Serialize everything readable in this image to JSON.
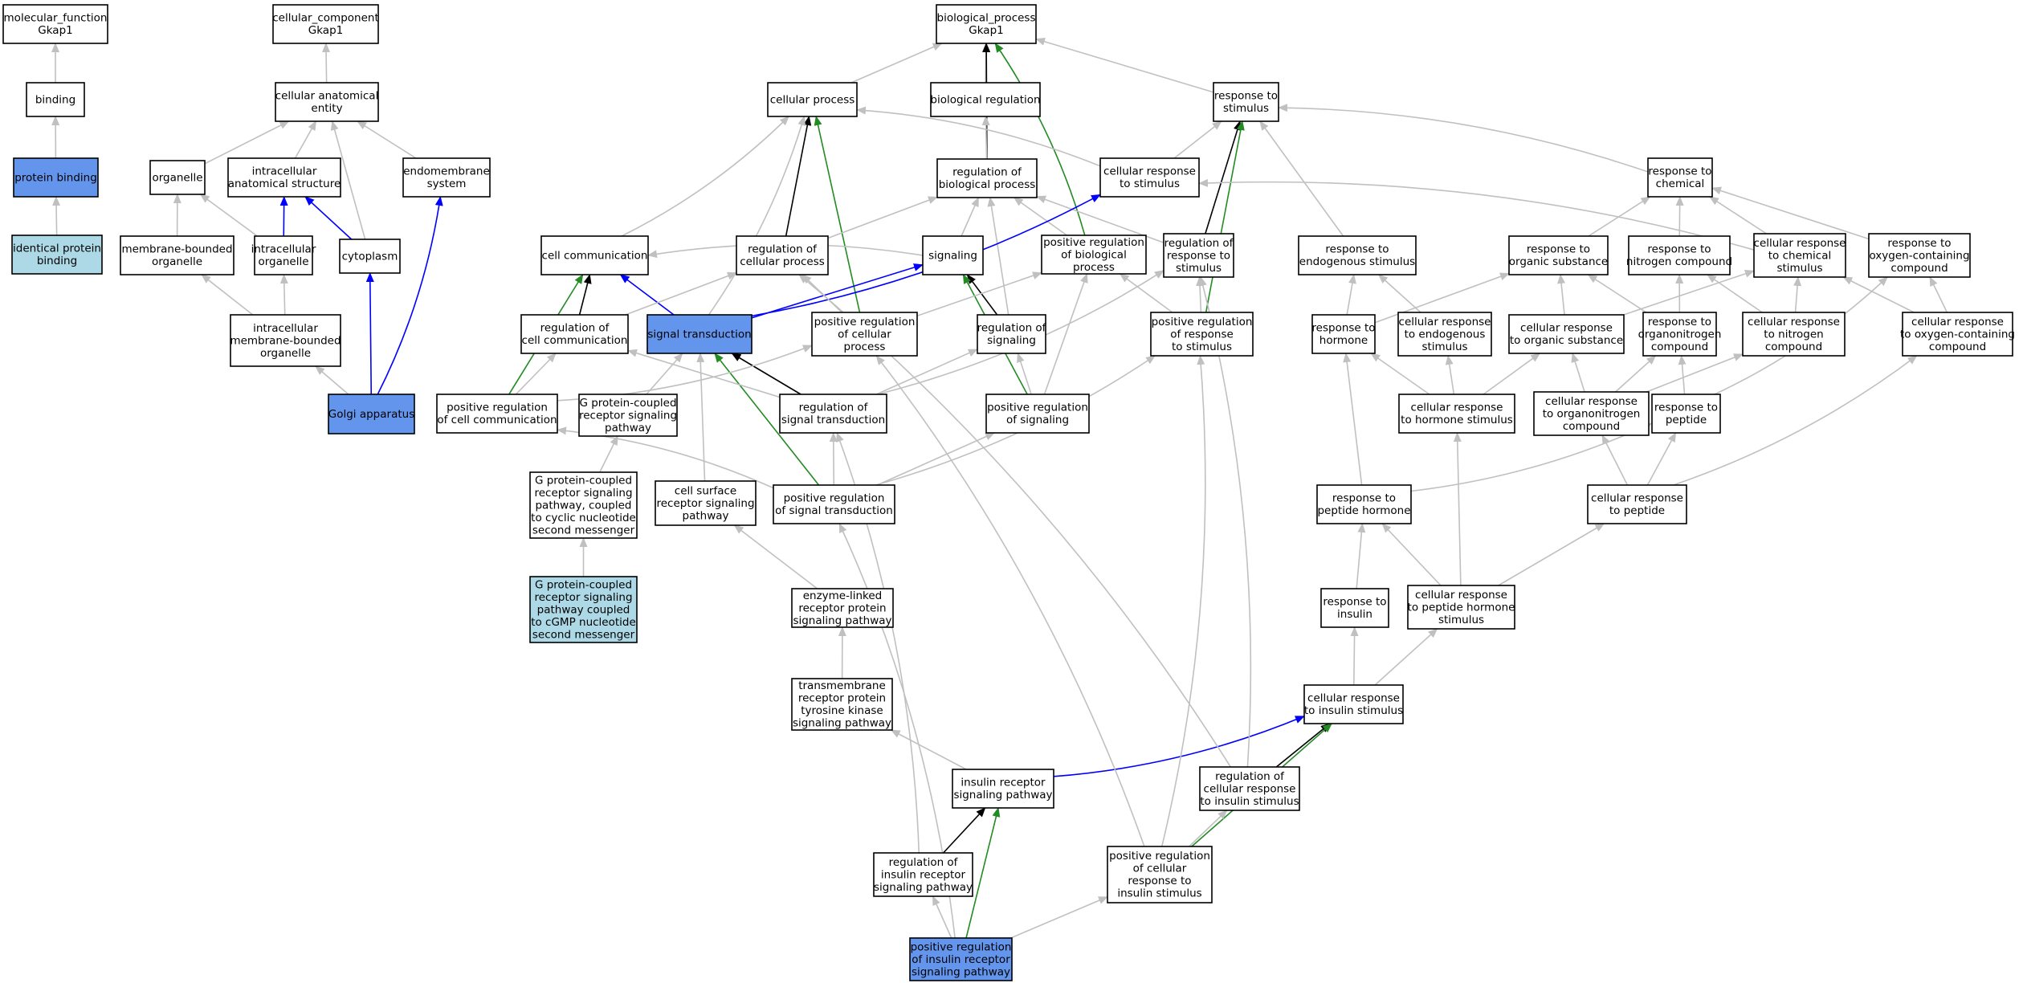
{
  "colors": {
    "node_default": "#ffffff",
    "node_annotated": "#6495ed",
    "node_inferred": "#add8e6",
    "edge_is_a": "#c0c0c0",
    "edge_part_of": "#0000ff",
    "edge_regulates": "#000000",
    "edge_positively_regulates": "#228b22"
  },
  "nodes": [
    {
      "id": "mf",
      "label": [
        "molecular_function",
        "Gkap1"
      ]
    },
    {
      "id": "binding",
      "label": [
        "binding"
      ]
    },
    {
      "id": "protbind",
      "label": [
        "protein binding"
      ],
      "kind": "annotated"
    },
    {
      "id": "identbind",
      "label": [
        "identical protein",
        "binding"
      ],
      "kind": "inferred"
    },
    {
      "id": "cc",
      "label": [
        "cellular_component",
        "Gkap1"
      ]
    },
    {
      "id": "cae",
      "label": [
        "cellular anatomical",
        "entity"
      ]
    },
    {
      "id": "organelle",
      "label": [
        "organelle"
      ]
    },
    {
      "id": "ias",
      "label": [
        "intracellular",
        "anatomical structure"
      ]
    },
    {
      "id": "endomem",
      "label": [
        "endomembrane",
        "system"
      ]
    },
    {
      "id": "mbo",
      "label": [
        "membrane-bounded",
        "organelle"
      ]
    },
    {
      "id": "io",
      "label": [
        "intracellular",
        "organelle"
      ]
    },
    {
      "id": "cytoplasm",
      "label": [
        "cytoplasm"
      ]
    },
    {
      "id": "imbo",
      "label": [
        "intracellular",
        "membrane-bounded",
        "organelle"
      ]
    },
    {
      "id": "golgi",
      "label": [
        "Golgi apparatus"
      ],
      "kind": "annotated"
    },
    {
      "id": "bp",
      "label": [
        "biological_process",
        "Gkap1"
      ]
    },
    {
      "id": "cp",
      "label": [
        "cellular process"
      ]
    },
    {
      "id": "breg",
      "label": [
        "biological regulation"
      ]
    },
    {
      "id": "rts",
      "label": [
        "response to",
        "stimulus"
      ]
    },
    {
      "id": "rbp",
      "label": [
        "regulation of",
        "biological process"
      ]
    },
    {
      "id": "crts",
      "label": [
        "cellular response",
        "to stimulus"
      ]
    },
    {
      "id": "rtchem",
      "label": [
        "response to",
        "chemical"
      ]
    },
    {
      "id": "cellcomm",
      "label": [
        "cell communication"
      ]
    },
    {
      "id": "rcp",
      "label": [
        "regulation of",
        "cellular process"
      ]
    },
    {
      "id": "signaling",
      "label": [
        "signaling"
      ]
    },
    {
      "id": "prbp",
      "label": [
        "positive regulation",
        "of biological",
        "process"
      ]
    },
    {
      "id": "rrts",
      "label": [
        "regulation of",
        "response to",
        "stimulus"
      ]
    },
    {
      "id": "rtendo",
      "label": [
        "response to",
        "endogenous stimulus"
      ]
    },
    {
      "id": "rtos",
      "label": [
        "response to",
        "organic substance"
      ]
    },
    {
      "id": "rtnc",
      "label": [
        "response to",
        "nitrogen compound"
      ]
    },
    {
      "id": "crtchem",
      "label": [
        "cellular response",
        "to chemical",
        "stimulus"
      ]
    },
    {
      "id": "rtocc",
      "label": [
        "response to",
        "oxygen-containing",
        "compound"
      ]
    },
    {
      "id": "rcc",
      "label": [
        "regulation of",
        "cell communication"
      ]
    },
    {
      "id": "sigtrans",
      "label": [
        "signal transduction"
      ],
      "kind": "annotated"
    },
    {
      "id": "prcp",
      "label": [
        "positive regulation",
        "of cellular",
        "process"
      ]
    },
    {
      "id": "rsig",
      "label": [
        "regulation of",
        "signaling"
      ]
    },
    {
      "id": "prrts",
      "label": [
        "positive regulation",
        "of response",
        "to stimulus"
      ]
    },
    {
      "id": "rthorm",
      "label": [
        "response to",
        "hormone"
      ]
    },
    {
      "id": "crtendo",
      "label": [
        "cellular response",
        "to endogenous",
        "stimulus"
      ]
    },
    {
      "id": "crtos",
      "label": [
        "cellular response",
        "to organic substance"
      ]
    },
    {
      "id": "rtonc",
      "label": [
        "response to",
        "organonitrogen",
        "compound"
      ]
    },
    {
      "id": "crtnc",
      "label": [
        "cellular response",
        "to nitrogen",
        "compound"
      ]
    },
    {
      "id": "crtocc",
      "label": [
        "cellular response",
        "to oxygen-containing",
        "compound"
      ]
    },
    {
      "id": "prcc",
      "label": [
        "positive regulation",
        "of cell communication"
      ]
    },
    {
      "id": "gpcr",
      "label": [
        "G protein-coupled",
        "receptor signaling",
        "pathway"
      ]
    },
    {
      "id": "rst",
      "label": [
        "regulation of",
        "signal transduction"
      ]
    },
    {
      "id": "prsig",
      "label": [
        "positive regulation",
        "of signaling"
      ]
    },
    {
      "id": "crths",
      "label": [
        "cellular response",
        "to hormone stimulus"
      ]
    },
    {
      "id": "crtonc",
      "label": [
        "cellular response",
        "to organonitrogen",
        "compound"
      ]
    },
    {
      "id": "rtpep",
      "label": [
        "response to",
        "peptide"
      ]
    },
    {
      "id": "gpcrcyc",
      "label": [
        "G protein-coupled",
        "receptor signaling",
        "pathway, coupled",
        "to cyclic nucleotide",
        "second messenger"
      ]
    },
    {
      "id": "csrsp",
      "label": [
        "cell surface",
        "receptor signaling",
        "pathway"
      ]
    },
    {
      "id": "prst",
      "label": [
        "positive regulation",
        "of signal transduction"
      ]
    },
    {
      "id": "rtph",
      "label": [
        "response to",
        "peptide hormone"
      ]
    },
    {
      "id": "crtpep",
      "label": [
        "cellular response",
        "to peptide"
      ]
    },
    {
      "id": "gpcrcgmp",
      "label": [
        "G protein-coupled",
        "receptor signaling",
        "pathway coupled",
        "to cGMP nucleotide",
        "second messenger"
      ],
      "kind": "inferred"
    },
    {
      "id": "elrsp",
      "label": [
        "enzyme-linked",
        "receptor protein",
        "signaling pathway"
      ]
    },
    {
      "id": "rtins",
      "label": [
        "response to",
        "insulin"
      ]
    },
    {
      "id": "crtphs",
      "label": [
        "cellular response",
        "to peptide hormone",
        "stimulus"
      ]
    },
    {
      "id": "tmrtk",
      "label": [
        "transmembrane",
        "receptor protein",
        "tyrosine kinase",
        "signaling pathway"
      ]
    },
    {
      "id": "crtis",
      "label": [
        "cellular response",
        "to insulin stimulus"
      ]
    },
    {
      "id": "irsp",
      "label": [
        "insulin receptor",
        "signaling pathway"
      ]
    },
    {
      "id": "rcrtis",
      "label": [
        "regulation of",
        "cellular response",
        "to insulin stimulus"
      ]
    },
    {
      "id": "rirsp",
      "label": [
        "regulation of",
        "insulin receptor",
        "signaling pathway"
      ]
    },
    {
      "id": "prcrtis",
      "label": [
        "positive regulation",
        "of cellular",
        "response to",
        "insulin stimulus"
      ]
    },
    {
      "id": "prirsp",
      "label": [
        "positive regulation",
        "of insulin receptor",
        "signaling pathway"
      ],
      "kind": "annotated"
    }
  ],
  "edges": [
    {
      "from": "binding",
      "to": "mf",
      "rel": "is_a"
    },
    {
      "from": "protbind",
      "to": "binding",
      "rel": "is_a"
    },
    {
      "from": "identbind",
      "to": "protbind",
      "rel": "is_a"
    },
    {
      "from": "cae",
      "to": "cc",
      "rel": "is_a"
    },
    {
      "from": "organelle",
      "to": "cae",
      "rel": "is_a"
    },
    {
      "from": "ias",
      "to": "cae",
      "rel": "is_a"
    },
    {
      "from": "endomem",
      "to": "cae",
      "rel": "is_a"
    },
    {
      "from": "cytoplasm",
      "to": "cae",
      "rel": "is_a"
    },
    {
      "from": "mbo",
      "to": "organelle",
      "rel": "is_a"
    },
    {
      "from": "io",
      "to": "organelle",
      "rel": "is_a"
    },
    {
      "from": "io",
      "to": "ias",
      "rel": "part_of"
    },
    {
      "from": "cytoplasm",
      "to": "ias",
      "rel": "part_of"
    },
    {
      "from": "imbo",
      "to": "mbo",
      "rel": "is_a"
    },
    {
      "from": "imbo",
      "to": "io",
      "rel": "is_a"
    },
    {
      "from": "golgi",
      "to": "imbo",
      "rel": "is_a"
    },
    {
      "from": "golgi",
      "to": "cytoplasm",
      "rel": "part_of"
    },
    {
      "from": "golgi",
      "to": "endomem",
      "rel": "part_of"
    },
    {
      "from": "cp",
      "to": "bp",
      "rel": "is_a"
    },
    {
      "from": "breg",
      "to": "bp",
      "rel": "is_a"
    },
    {
      "from": "rts",
      "to": "bp",
      "rel": "is_a"
    },
    {
      "from": "rbp",
      "to": "bp",
      "rel": "regulates"
    },
    {
      "from": "prbp",
      "to": "bp",
      "rel": "positively_regulates"
    },
    {
      "from": "rbp",
      "to": "breg",
      "rel": "is_a"
    },
    {
      "from": "crts",
      "to": "cp",
      "rel": "is_a"
    },
    {
      "from": "crts",
      "to": "rts",
      "rel": "is_a"
    },
    {
      "from": "rtchem",
      "to": "rts",
      "rel": "is_a"
    },
    {
      "from": "rtendo",
      "to": "rts",
      "rel": "is_a"
    },
    {
      "from": "rrts",
      "to": "rts",
      "rel": "regulates"
    },
    {
      "from": "prrts",
      "to": "rts",
      "rel": "positively_regulates"
    },
    {
      "from": "cellcomm",
      "to": "cp",
      "rel": "is_a"
    },
    {
      "from": "rcp",
      "to": "cp",
      "rel": "regulates"
    },
    {
      "from": "prcp",
      "to": "cp",
      "rel": "positively_regulates"
    },
    {
      "from": "sigtrans",
      "to": "cp",
      "rel": "is_a"
    },
    {
      "from": "rcp",
      "to": "rbp",
      "rel": "is_a"
    },
    {
      "from": "prbp",
      "to": "rbp",
      "rel": "is_a"
    },
    {
      "from": "rrts",
      "to": "rbp",
      "rel": "is_a"
    },
    {
      "from": "rsig",
      "to": "rbp",
      "rel": "is_a"
    },
    {
      "from": "signaling",
      "to": "rbp",
      "rel": "is_a"
    },
    {
      "from": "crtchem",
      "to": "rtchem",
      "rel": "is_a"
    },
    {
      "from": "crtchem",
      "to": "crts",
      "rel": "is_a"
    },
    {
      "from": "rtos",
      "to": "rtchem",
      "rel": "is_a"
    },
    {
      "from": "rtnc",
      "to": "rtchem",
      "rel": "is_a"
    },
    {
      "from": "rtocc",
      "to": "rtchem",
      "rel": "is_a"
    },
    {
      "from": "signaling",
      "to": "cellcomm",
      "rel": "is_a"
    },
    {
      "from": "rcc",
      "to": "cellcomm",
      "rel": "regulates"
    },
    {
      "from": "prcc",
      "to": "cellcomm",
      "rel": "positively_regulates"
    },
    {
      "from": "sigtrans",
      "to": "cellcomm",
      "rel": "part_of"
    },
    {
      "from": "sigtrans",
      "to": "signaling",
      "rel": "part_of"
    },
    {
      "from": "sigtrans",
      "to": "crts",
      "rel": "part_of"
    },
    {
      "from": "rsig",
      "to": "signaling",
      "rel": "regulates"
    },
    {
      "from": "prsig",
      "to": "signaling",
      "rel": "positively_regulates"
    },
    {
      "from": "rcc",
      "to": "rcp",
      "rel": "is_a"
    },
    {
      "from": "prcp",
      "to": "rcp",
      "rel": "is_a"
    },
    {
      "from": "prcp",
      "to": "prbp",
      "rel": "is_a"
    },
    {
      "from": "prrts",
      "to": "prbp",
      "rel": "is_a"
    },
    {
      "from": "prrts",
      "to": "rrts",
      "rel": "is_a"
    },
    {
      "from": "rst",
      "to": "rrts",
      "rel": "is_a"
    },
    {
      "from": "rthorm",
      "to": "rtendo",
      "rel": "is_a"
    },
    {
      "from": "crtendo",
      "to": "rtendo",
      "rel": "is_a"
    },
    {
      "from": "rthorm",
      "to": "rtos",
      "rel": "is_a"
    },
    {
      "from": "crtos",
      "to": "rtos",
      "rel": "is_a"
    },
    {
      "from": "rtonc",
      "to": "rtos",
      "rel": "is_a"
    },
    {
      "from": "rtonc",
      "to": "rtnc",
      "rel": "is_a"
    },
    {
      "from": "crtnc",
      "to": "rtnc",
      "rel": "is_a"
    },
    {
      "from": "crtocc",
      "to": "rtocc",
      "rel": "is_a"
    },
    {
      "from": "crtos",
      "to": "crtchem",
      "rel": "is_a"
    },
    {
      "from": "crtnc",
      "to": "crtchem",
      "rel": "is_a"
    },
    {
      "from": "crtocc",
      "to": "crtchem",
      "rel": "is_a"
    },
    {
      "from": "rst",
      "to": "sigtrans",
      "rel": "regulates"
    },
    {
      "from": "prst",
      "to": "sigtrans",
      "rel": "positively_regulates"
    },
    {
      "from": "gpcr",
      "to": "sigtrans",
      "rel": "is_a"
    },
    {
      "from": "csrsp",
      "to": "sigtrans",
      "rel": "is_a"
    },
    {
      "from": "rst",
      "to": "rcc",
      "rel": "is_a"
    },
    {
      "from": "rst",
      "to": "rsig",
      "rel": "is_a"
    },
    {
      "from": "prcc",
      "to": "rcc",
      "rel": "is_a"
    },
    {
      "from": "prcc",
      "to": "prcp",
      "rel": "is_a"
    },
    {
      "from": "prsig",
      "to": "rsig",
      "rel": "is_a"
    },
    {
      "from": "prsig",
      "to": "prbp",
      "rel": "is_a"
    },
    {
      "from": "crths",
      "to": "rthorm",
      "rel": "is_a"
    },
    {
      "from": "crths",
      "to": "crtendo",
      "rel": "is_a"
    },
    {
      "from": "crths",
      "to": "crtos",
      "rel": "is_a"
    },
    {
      "from": "crtonc",
      "to": "rtonc",
      "rel": "is_a"
    },
    {
      "from": "crtonc",
      "to": "crtnc",
      "rel": "is_a"
    },
    {
      "from": "crtonc",
      "to": "crtos",
      "rel": "is_a"
    },
    {
      "from": "rtpep",
      "to": "rtonc",
      "rel": "is_a"
    },
    {
      "from": "rtpep",
      "to": "rtocc",
      "rel": "is_a"
    },
    {
      "from": "gpcrcyc",
      "to": "gpcr",
      "rel": "is_a"
    },
    {
      "from": "prst",
      "to": "rst",
      "rel": "is_a"
    },
    {
      "from": "prst",
      "to": "prcc",
      "rel": "is_a"
    },
    {
      "from": "prst",
      "to": "prsig",
      "rel": "is_a"
    },
    {
      "from": "prst",
      "to": "prrts",
      "rel": "is_a"
    },
    {
      "from": "rtph",
      "to": "rthorm",
      "rel": "is_a"
    },
    {
      "from": "rtph",
      "to": "rtpep",
      "rel": "is_a"
    },
    {
      "from": "crtpep",
      "to": "rtpep",
      "rel": "is_a"
    },
    {
      "from": "crtpep",
      "to": "crtonc",
      "rel": "is_a"
    },
    {
      "from": "crtpep",
      "to": "crtocc",
      "rel": "is_a"
    },
    {
      "from": "gpcrcgmp",
      "to": "gpcrcyc",
      "rel": "is_a"
    },
    {
      "from": "elrsp",
      "to": "csrsp",
      "rel": "is_a"
    },
    {
      "from": "rtins",
      "to": "rtph",
      "rel": "is_a"
    },
    {
      "from": "crtphs",
      "to": "rtph",
      "rel": "is_a"
    },
    {
      "from": "crtphs",
      "to": "crths",
      "rel": "is_a"
    },
    {
      "from": "crtphs",
      "to": "crtpep",
      "rel": "is_a"
    },
    {
      "from": "tmrtk",
      "to": "elrsp",
      "rel": "is_a"
    },
    {
      "from": "crtis",
      "to": "rtins",
      "rel": "is_a"
    },
    {
      "from": "crtis",
      "to": "crtphs",
      "rel": "is_a"
    },
    {
      "from": "irsp",
      "to": "tmrtk",
      "rel": "is_a"
    },
    {
      "from": "irsp",
      "to": "crtis",
      "rel": "part_of"
    },
    {
      "from": "rcrtis",
      "to": "crtis",
      "rel": "regulates"
    },
    {
      "from": "prcrtis",
      "to": "crtis",
      "rel": "positively_regulates"
    },
    {
      "from": "rcrtis",
      "to": "rcp",
      "rel": "is_a"
    },
    {
      "from": "rcrtis",
      "to": "rrts",
      "rel": "is_a"
    },
    {
      "from": "rirsp",
      "to": "irsp",
      "rel": "regulates"
    },
    {
      "from": "prirsp",
      "to": "irsp",
      "rel": "positively_regulates"
    },
    {
      "from": "rirsp",
      "to": "rst",
      "rel": "is_a"
    },
    {
      "from": "prcrtis",
      "to": "rcrtis",
      "rel": "is_a"
    },
    {
      "from": "prcrtis",
      "to": "prcp",
      "rel": "is_a"
    },
    {
      "from": "prcrtis",
      "to": "prrts",
      "rel": "is_a"
    },
    {
      "from": "prirsp",
      "to": "rirsp",
      "rel": "is_a"
    },
    {
      "from": "prirsp",
      "to": "prst",
      "rel": "is_a"
    },
    {
      "from": "prirsp",
      "to": "prcrtis",
      "rel": "is_a"
    }
  ]
}
